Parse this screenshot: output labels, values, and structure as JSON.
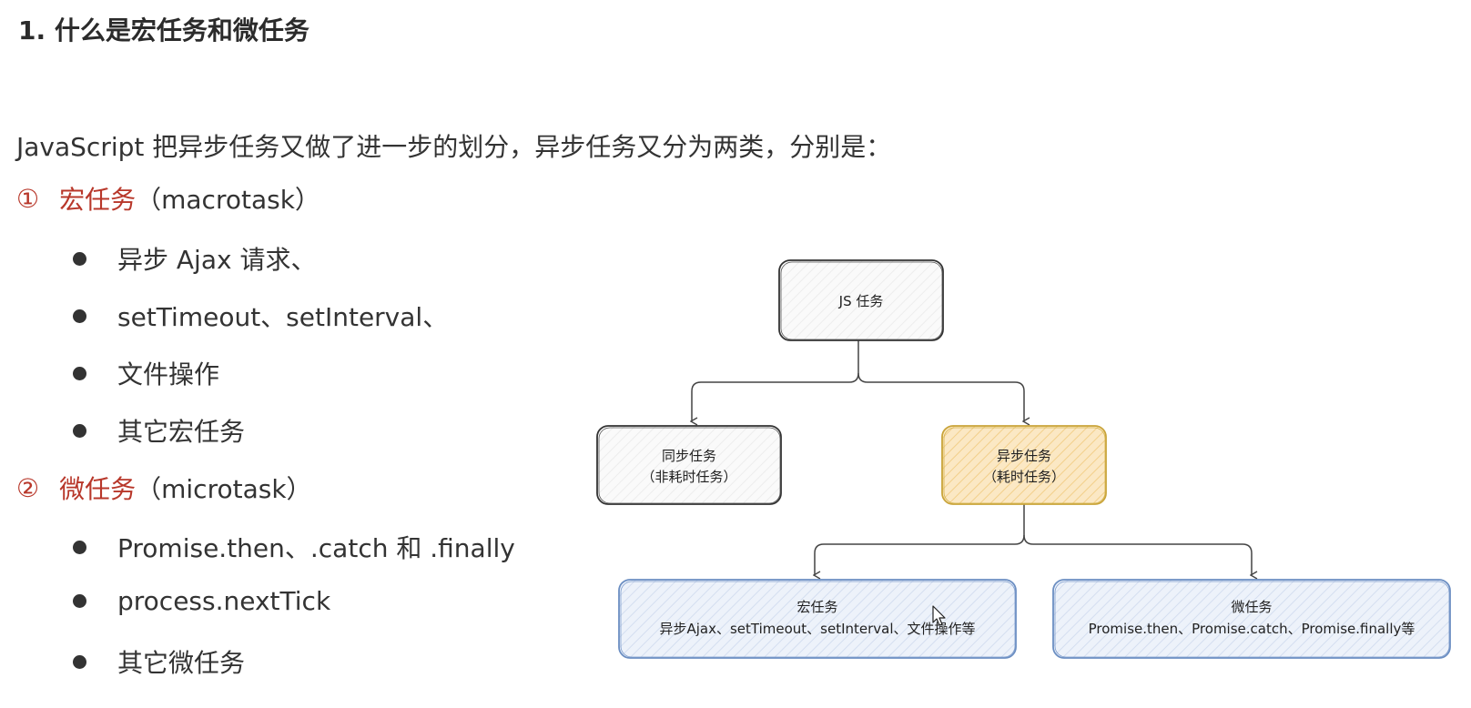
{
  "heading": "1. 什么是宏任务和微任务",
  "intro": "JavaScript 把异步任务又做了进一步的划分，异步任务又分为两类，分别是：",
  "macro": {
    "marker": "①",
    "name": "宏任务",
    "en": "（macrotask）",
    "items": [
      "异步 Ajax 请求、",
      "setTimeout、setInterval、",
      "文件操作",
      "其它宏任务"
    ]
  },
  "micro": {
    "marker": "②",
    "name": "微任务",
    "en": "（microtask）",
    "items": [
      "Promise.then、.catch 和 .finally",
      "process.nextTick",
      "其它微任务"
    ]
  },
  "diagram": {
    "js_task": "JS 任务",
    "sync_line1": "同步任务",
    "sync_line2": "（非耗时任务）",
    "async_line1": "异步任务",
    "async_line2": "（耗时任务）",
    "macro_line1": "宏任务",
    "macro_line2": "异步Ajax、setTimeout、setInterval、文件操作等",
    "micro_line1": "微任务",
    "micro_line2": "Promise.then、Promise.catch、Promise.finally等",
    "colors": {
      "async_fill": "#fbe3b5",
      "async_stroke": "#c9a43a",
      "blue_fill": "#e6eef9",
      "blue_stroke": "#6b8ec2",
      "gray_stroke": "#333333",
      "gray_fill": "#f4f4f4"
    }
  }
}
